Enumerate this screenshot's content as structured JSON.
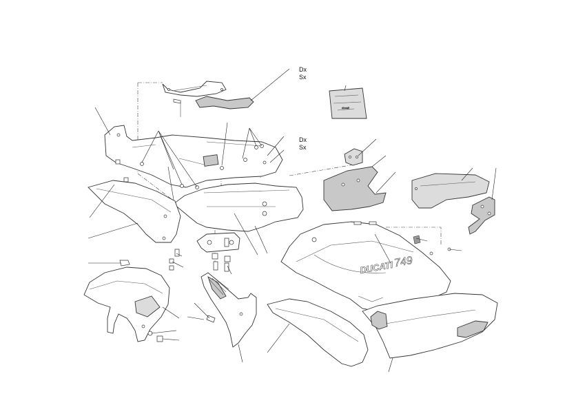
{
  "labels": {
    "side_top_dx": "Dx",
    "side_top_sx": "Sx",
    "side_mid_dx": "Dx",
    "side_mid_sx": "Sx",
    "logo_brand": "DUCATI",
    "logo_model": "749"
  },
  "colors": {
    "line": "#333333",
    "fill_dark": "#c8c8c8",
    "background": "#ffffff"
  }
}
